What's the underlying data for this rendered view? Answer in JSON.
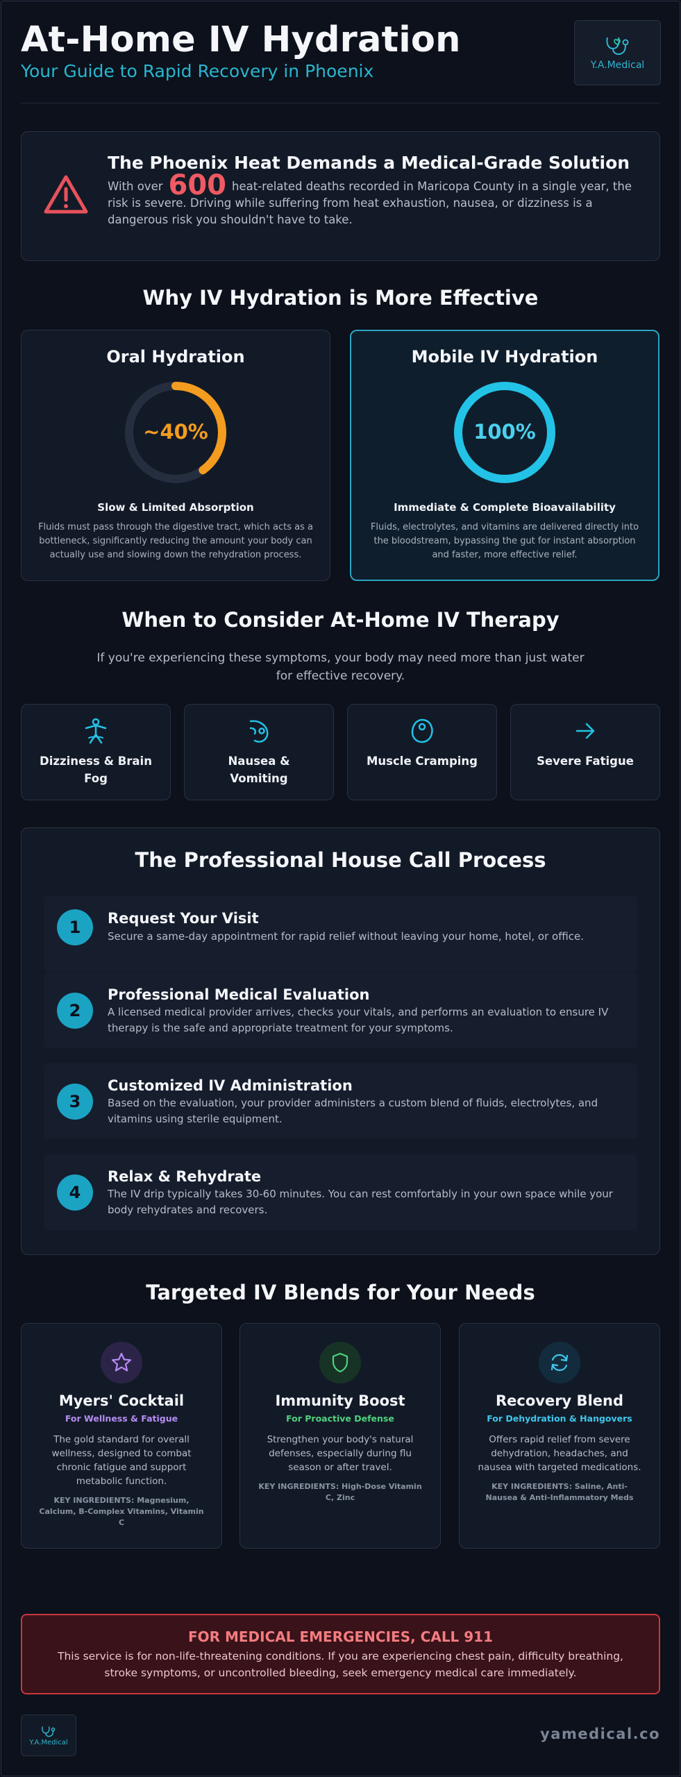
{
  "header": {
    "title": "At-Home IV Hydration",
    "subtitle": "Your Guide to Rapid Recovery in Phoenix",
    "logo_text": "Y.A.Medical"
  },
  "alert": {
    "title": "The Phoenix Heat Demands a Medical-Grade Solution",
    "body_prefix": "With over",
    "stat": "600",
    "body_suffix": "heat-related deaths recorded in Maricopa County in a single year, the risk is severe. Driving while suffering from heat exhaustion, nausea, or dizziness is a dangerous risk you shouldn't have to take.",
    "icon": "warning-triangle-icon",
    "color": "#e8525c"
  },
  "compare": {
    "title": "Why IV Hydration is More Effective",
    "oral": {
      "title": "Oral Hydration",
      "value_label": "~40%",
      "fraction": 0.4,
      "color": "#f39c1f",
      "headline": "Slow & Limited Absorption",
      "text": "Fluids must pass through the digestive tract, which acts as a bottleneck, significantly reducing the amount your body can actually use and slowing down the rehydration process."
    },
    "iv": {
      "title": "Mobile IV Hydration",
      "value_label": "100%",
      "fraction": 1.0,
      "color": "#22c3e6",
      "headline": "Immediate & Complete Bioavailability",
      "text": "Fluids, electrolytes, and vitamins are delivered directly into the bloodstream, bypassing the gut for instant absorption and faster, more effective relief."
    }
  },
  "symptoms": {
    "title": "When to Consider At-Home IV Therapy",
    "intro": "If you're experiencing these symptoms, your body may need more than just water for effective recovery.",
    "items": [
      {
        "line1": "Dizziness & Brain",
        "line2": "Fog",
        "icon": "dizzy-figure-icon"
      },
      {
        "line1": "Nausea &",
        "line2": "Vomiting",
        "icon": "nausea-icon"
      },
      {
        "line1": "Muscle Cramping",
        "line2": "",
        "icon": "muscle-icon"
      },
      {
        "line1": "Severe Fatigue",
        "line2": "",
        "icon": "arrow-right-icon"
      }
    ]
  },
  "process": {
    "title": "The Professional House Call Process",
    "steps": [
      {
        "num": "1",
        "title": "Request Your Visit",
        "text": "Secure a same-day appointment for rapid relief without leaving your home, hotel, or office."
      },
      {
        "num": "2",
        "title": "Professional Medical Evaluation",
        "text": "A licensed medical provider arrives, checks your vitals, and performs an evaluation to ensure IV therapy is the safe and appropriate treatment for your symptoms."
      },
      {
        "num": "3",
        "title": "Customized IV Administration",
        "text": "Based on the evaluation, your provider administers a custom blend of fluids, electrolytes, and vitamins using sterile equipment."
      },
      {
        "num": "4",
        "title": "Relax & Rehydrate",
        "text": "The IV drip typically takes 30-60 minutes. You can rest comfortably in your own space while your body rehydrates and recovers."
      }
    ]
  },
  "blends": {
    "title": "Targeted IV Blends for Your Needs",
    "items": [
      {
        "name": "Myers' Cocktail",
        "tag": "For Wellness & Fatigue",
        "tag_color": "#b58cf3",
        "icon": "star-icon",
        "icon_bg": "#2c2448",
        "desc": "The gold standard for overall wellness, designed to combat chronic fatigue and support metabolic function.",
        "ingredients": "KEY INGREDIENTS: Magnesium, Calcium, B-Complex Vitamins, Vitamin C"
      },
      {
        "name": "Immunity Boost",
        "tag": "For Proactive Defense",
        "tag_color": "#4fd27d",
        "icon": "shield-icon",
        "icon_bg": "#173325",
        "desc": "Strengthen your body's natural defenses, especially during flu season or after travel.",
        "ingredients": "KEY INGREDIENTS: High-Dose Vitamin C, Zinc"
      },
      {
        "name": "Recovery Blend",
        "tag": "For Dehydration & Hangovers",
        "tag_color": "#3fc6ec",
        "icon": "refresh-icon",
        "icon_bg": "#132c3d",
        "desc": "Offers rapid relief from severe dehydration, headaches, and nausea with targeted medications.",
        "ingredients": "KEY INGREDIENTS: Saline, Anti-Nausea & Anti-Inflammatory Meds"
      }
    ]
  },
  "emergency": {
    "title": "FOR MEDICAL EMERGENCIES, CALL 911",
    "text": "This service is for non-life-threatening conditions. If you are experiencing chest pain, difficulty breathing, stroke symptoms, or uncontrolled bleeding, seek emergency medical care immediately."
  },
  "footer": {
    "logo_text": "Y.A.Medical",
    "url": "yamedical.co"
  }
}
